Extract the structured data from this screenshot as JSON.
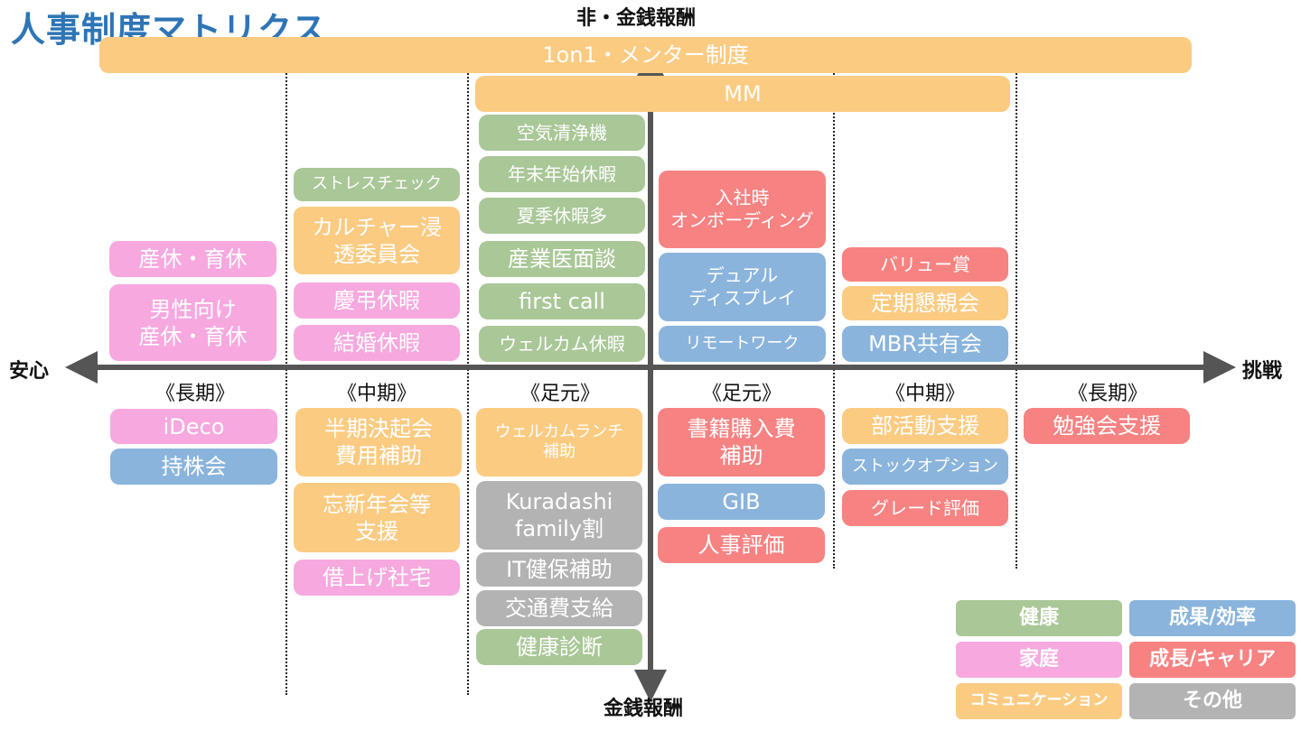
{
  "title": "人事制度マトリクス",
  "axes": {
    "top": "非・金銭報酬",
    "bottom": "金銭報酬",
    "left": "安心",
    "right": "挑戦"
  },
  "periods": [
    "《長期》",
    "《中期》",
    "《足元》",
    "《足元》",
    "《中期》",
    "《長期》"
  ],
  "colors": {
    "health": "#a9c797",
    "family": "#f7a8df",
    "communication": "#fbcb82",
    "result": "#8ab4dc",
    "growth": "#f78282",
    "other": "#b3b3b3"
  },
  "wide": {
    "mentor": "1on1・メンター制度",
    "mm": "MM"
  },
  "upper": {
    "col1": [
      "産休・育休",
      "男性向け\n産休・育休"
    ],
    "col2": [
      "ストレスチェック",
      "カルチャー浸\n透委員会",
      "慶弔休暇",
      "結婚休暇"
    ],
    "col3": [
      "空気清浄機",
      "年末年始休暇",
      "夏季休暇多",
      "産業医面談",
      "first call",
      "ウェルカム休暇"
    ],
    "col4": [
      "入社時\nオンボーディング",
      "デュアル\nディスプレイ",
      "リモートワーク"
    ],
    "col5": [
      "バリュー賞",
      "定期懇親会",
      "MBR共有会"
    ]
  },
  "lower": {
    "col1": [
      "iDeco",
      "持株会"
    ],
    "col2": [
      "半期決起会\n費用補助",
      "忘新年会等\n支援",
      "借上げ社宅"
    ],
    "col3": [
      "ウェルカムランチ\n補助",
      "Kuradashi\nfamily割",
      "IT健保補助",
      "交通費支給",
      "健康診断"
    ],
    "col4": [
      "書籍購入費\n補助",
      "GIB",
      "人事評価"
    ],
    "col5": [
      "部活動支援",
      "ストックオプション",
      "グレード評価"
    ],
    "col6": [
      "勉強会支援"
    ]
  },
  "legend": {
    "health": "健康",
    "result": "成果/効率",
    "family": "家庭",
    "growth": "成長/キャリア",
    "communication": "コミュニケーション",
    "other": "その他"
  }
}
